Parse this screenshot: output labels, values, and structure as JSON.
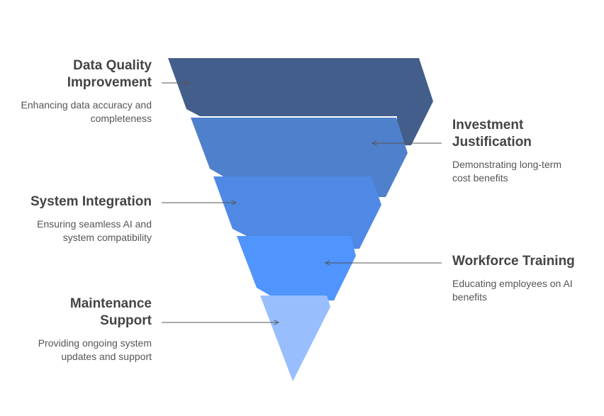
{
  "colors": {
    "stage1": "#435e8a",
    "stage2": "#4f80cb",
    "stage3": "#4f89e5",
    "stage4": "#5094fd",
    "stage5": "#98befd",
    "text": "#444444",
    "arrow": "#555555"
  },
  "stages": [
    {
      "title": "Data Quality Improvement",
      "description": "Enhancing data accuracy and completeness"
    },
    {
      "title": "Investment Justification",
      "description": "Demonstrating long-term cost benefits"
    },
    {
      "title": "System Integration",
      "description": "Ensuring seamless AI and system compatibility"
    },
    {
      "title": "Workforce Training",
      "description": "Educating employees on AI benefits"
    },
    {
      "title": "Maintenance Support",
      "description": "Providing ongoing system updates and support"
    }
  ]
}
